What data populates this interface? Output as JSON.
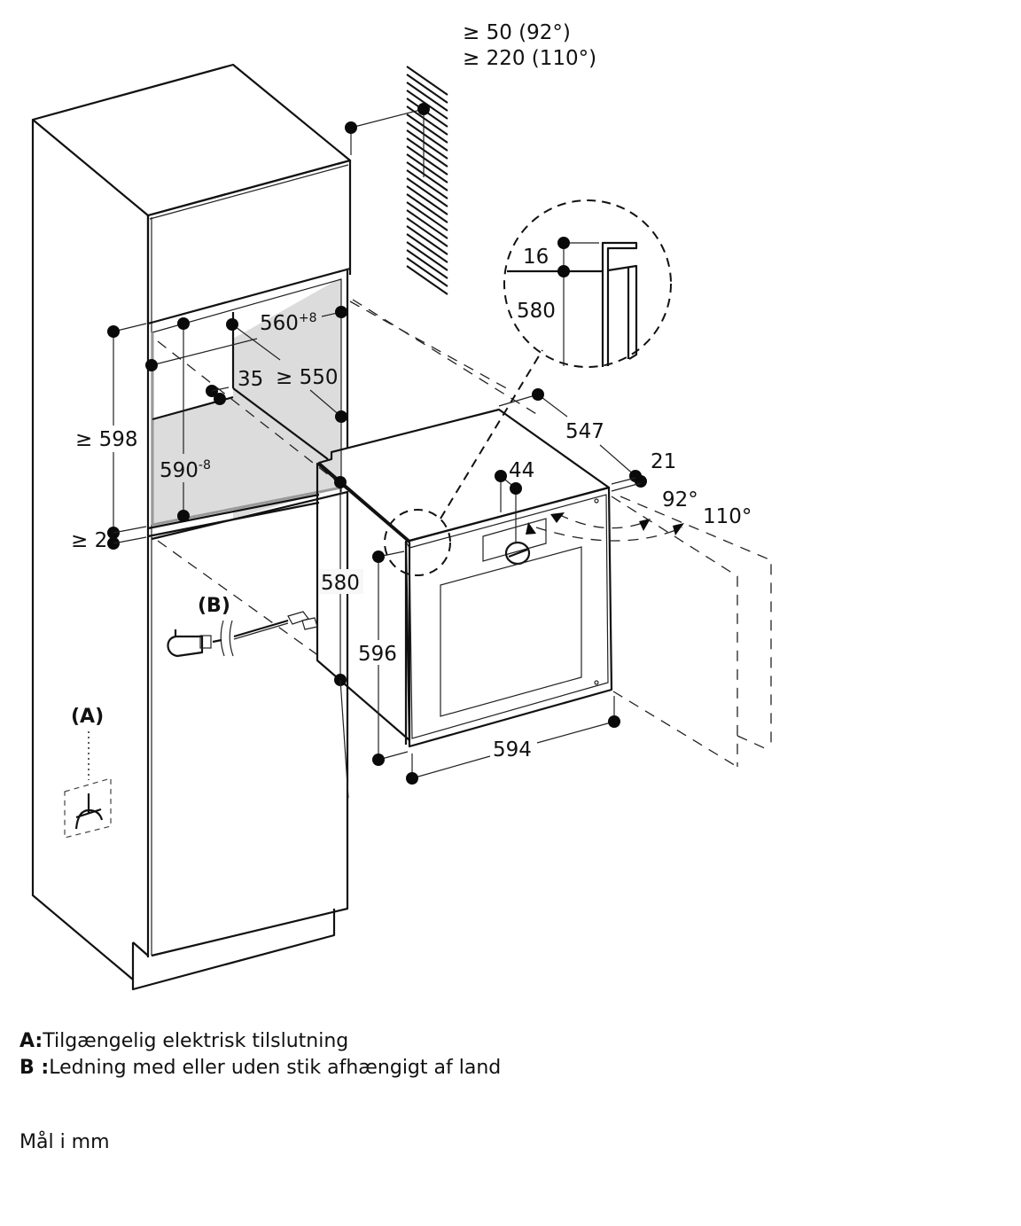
{
  "diagram": {
    "title": "Oven built-in installation dimensions (tall cabinet)",
    "top_clearance": {
      "line1": "≥ 50 (92°)",
      "line2": "≥ 220 (110°)"
    },
    "niche": {
      "width": "560",
      "width_tol": "+8",
      "height": "590",
      "height_tol": "-8",
      "depth": "≥ 550",
      "back_gap": "35",
      "cabinet_height": "≥ 598",
      "shelf_gap": "≥ 2"
    },
    "detail": {
      "top_offset": "16",
      "body_height": "580"
    },
    "appliance": {
      "depth": "547",
      "front_thickness": "21",
      "handle_offset": "44",
      "body_height": "580",
      "front_height": "596",
      "front_width": "594",
      "door_angle_1": "92°",
      "door_angle_2": "110°"
    },
    "callouts": {
      "a": "(A)",
      "b": "(B)"
    },
    "icons": [
      "power-socket-icon",
      "power-plug-icon",
      "cable-break-icon",
      "control-knob-icon"
    ]
  },
  "legend": {
    "items": [
      {
        "key": "A:",
        "text": "Tilgængelig elektrisk tilslutning"
      },
      {
        "key": "B :",
        "text": "Ledning med eller uden stik afhængigt af land"
      }
    ],
    "units": "Mål i mm"
  }
}
